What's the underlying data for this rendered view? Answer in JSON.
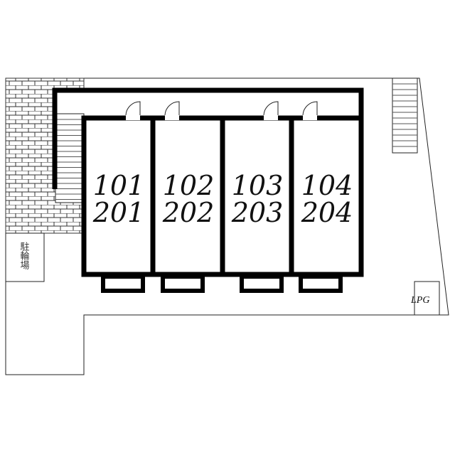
{
  "units": [
    {
      "ground": "101",
      "upper": "201"
    },
    {
      "ground": "102",
      "upper": "202"
    },
    {
      "ground": "103",
      "upper": "203"
    },
    {
      "ground": "104",
      "upper": "204"
    }
  ],
  "labels": {
    "bicycle_parking": "駐輪場",
    "lpg": "LPG"
  },
  "colors": {
    "wall": "#000000",
    "line": "#222222",
    "background": "#ffffff"
  }
}
